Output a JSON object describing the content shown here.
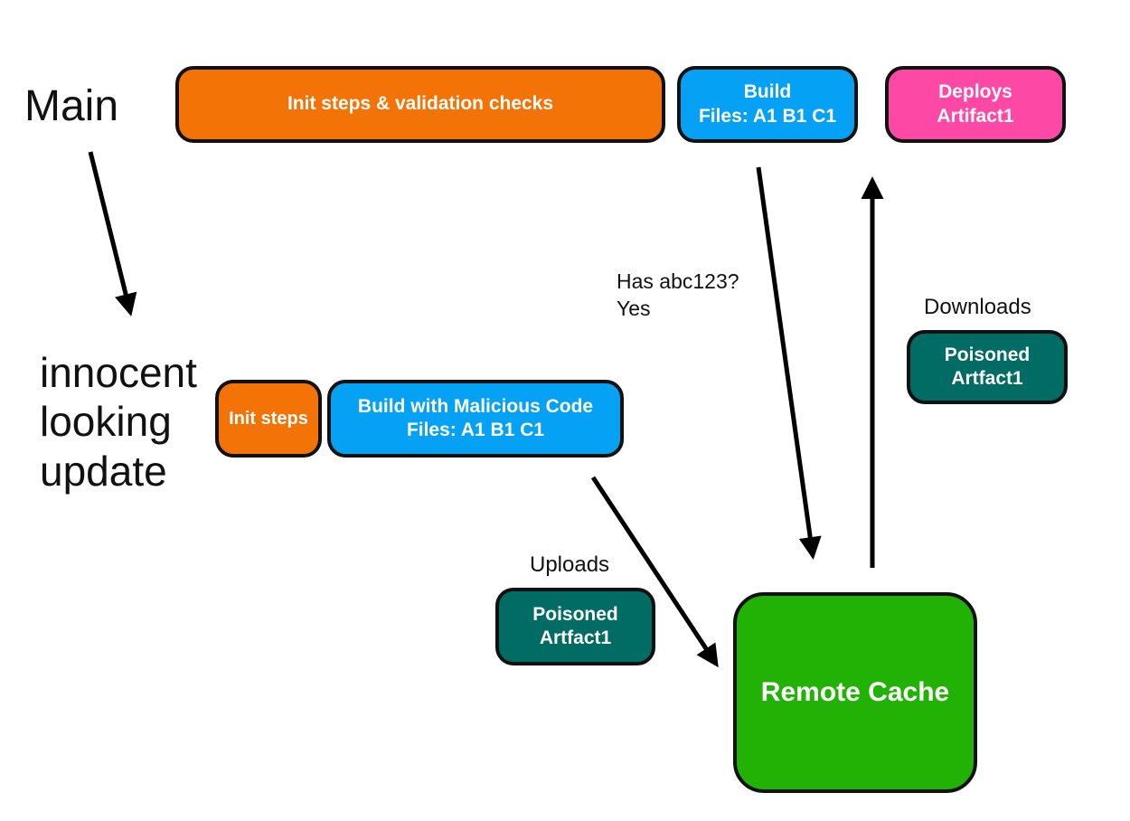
{
  "labels": {
    "main": "Main",
    "innocent": [
      "innocent",
      "looking",
      "update"
    ],
    "has_abc": [
      "Has abc123?",
      "Yes"
    ],
    "downloads": "Downloads",
    "uploads": "Uploads"
  },
  "main_branch": {
    "init": "Init steps & validation checks",
    "build": [
      "Build",
      "Files: A1 B1 C1"
    ],
    "deploy": [
      "Deploys",
      "Artifact1"
    ]
  },
  "update_branch": {
    "init": "Init steps",
    "build": [
      "Build with Malicious Code",
      "Files: A1 B1 C1"
    ]
  },
  "artifacts": {
    "uploaded": [
      "Poisoned",
      "Artfact1"
    ],
    "downloaded": [
      "Poisoned",
      "Artfact1"
    ]
  },
  "cache": {
    "label": "Remote Cache"
  },
  "colors": {
    "init": "#f47306",
    "build": "#05a1f5",
    "deploy": "#fe48a5",
    "poisoned": "#006c64",
    "cache": "#22b105",
    "border": "#111111"
  }
}
